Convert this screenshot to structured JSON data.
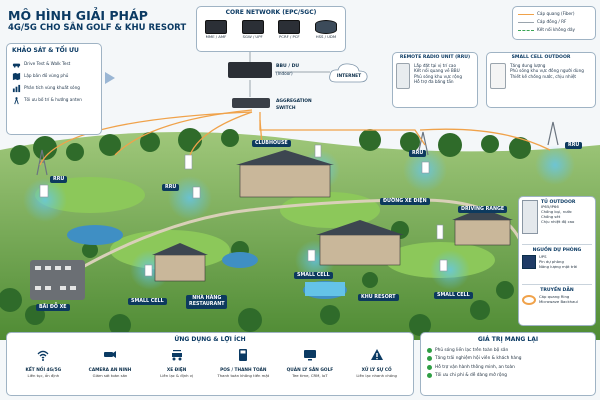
{
  "header": {
    "title": "MÔ HÌNH GIẢI PHÁP",
    "subtitle": "4G/5G CHO SÂN GOLF & KHU RESORT"
  },
  "survey": {
    "title": "KHẢO SÁT & TỐI ƯU",
    "items": [
      {
        "label": "Drive Test & Walk Test",
        "icon": "car-icon"
      },
      {
        "label": "Lập bản đồ vùng phủ",
        "icon": "map-icon"
      },
      {
        "label": "Phân tích vùng khuất sóng",
        "icon": "chart-icon"
      },
      {
        "label": "Tối ưu bố trí & hướng anten",
        "icon": "antenna-icon"
      }
    ]
  },
  "core_network": {
    "title": "CORE NETWORK (EPC/5GC)",
    "items": [
      "MME / AMF",
      "SGW / UPF",
      "PCRF / PCF",
      "HSS / UDM"
    ]
  },
  "bbu": {
    "label": "BBU / DU",
    "sub": "(Indoor)"
  },
  "internet": {
    "label": "INTERNET"
  },
  "aggregation": {
    "label": "AGGREGATION",
    "sub": "SWITCH"
  },
  "legend": {
    "items": [
      {
        "label": "Cáp quang (Fiber)",
        "color": "#f0a24a",
        "style": "solid"
      },
      {
        "label": "Cáp đồng / RF",
        "color": "#9aa4ad",
        "style": "solid"
      },
      {
        "label": "Kết nối không dây",
        "color": "#3aa655",
        "style": "dashed"
      }
    ]
  },
  "rru_panel": {
    "title": "REMOTE RADIO UNIT (RRU)",
    "items": [
      "Lắp đặt tại vị trí cao",
      "Kết nối quang về BBU",
      "Phủ sóng khu vực rộng",
      "Hỗ trợ đa băng tần"
    ]
  },
  "small_cell_panel": {
    "title": "SMALL CELL OUTDOOR",
    "items": [
      "Tăng dung lượng",
      "Phủ sóng khu vực đông người dùng",
      "Thiết kế chống nước, chịu nhiệt"
    ]
  },
  "map_labels": {
    "clubhouse": "CLUBHOUSE",
    "rru": "RRU",
    "duong_xe_dien": "ĐƯỜNG XE ĐIỆN",
    "driving_range": "DRIVING RANGE",
    "small_cell": "SMALL CELL",
    "khu_resort": "KHU RESORT",
    "nha_hang": "NHÀ HÀNG",
    "restaurant": "RESTAURANT",
    "bai_do_xe": "BÃI ĐỖ XE"
  },
  "side": {
    "tu_outdoor": {
      "title": "TỦ OUTDOOR",
      "items": [
        "IP65/IP66",
        "Chống bụi, nước",
        "Chống sét",
        "Chịu nhiệt độ cao"
      ]
    },
    "nguon": {
      "title": "NGUỒN DỰ PHÒNG",
      "items": [
        "UPS",
        "Pin dự phòng",
        "Năng lượng mặt trời"
      ]
    },
    "truyen_dan": {
      "title": "TRUYỀN DẪN",
      "items": [
        "Cáp quang Ring",
        "Microwave Backhaul"
      ]
    }
  },
  "applications": {
    "title": "ỨNG DỤNG & LỢI ÍCH",
    "items": [
      {
        "title": "KẾT NỐI 4G/5G",
        "sub": "Liên tục, ổn định",
        "icon": "wifi-icon"
      },
      {
        "title": "CAMERA AN NINH",
        "sub": "Giám sát toàn sân",
        "icon": "camera-icon"
      },
      {
        "title": "XE ĐIỆN",
        "sub": "Liên lạc & định vị",
        "icon": "cart-icon"
      },
      {
        "title": "POS / THANH TOÁN",
        "sub": "Thanh toán không tiền mặt",
        "icon": "pos-icon"
      },
      {
        "title": "QUẢN LÝ SÂN GOLF",
        "sub": "Tee time, CRM, IoT",
        "icon": "monitor-icon"
      },
      {
        "title": "XỬ LÝ SỰ CỐ",
        "sub": "Liên lạc nhanh chóng",
        "icon": "alert-icon"
      }
    ]
  },
  "values": {
    "title": "GIÁ TRỊ MANG LẠI",
    "items": [
      "Phủ sóng liền lạc trên toàn bộ sân",
      "Tăng trải nghiệm hội viên & khách hàng",
      "Hỗ trợ vận hành thông minh, an toàn",
      "Tối ưu chi phí & dễ dàng mở rộng"
    ]
  },
  "colors": {
    "navy": "#0b3a63",
    "fiber": "#f0a24a",
    "green": "#3aa655",
    "grass": "#5f9e3a"
  }
}
